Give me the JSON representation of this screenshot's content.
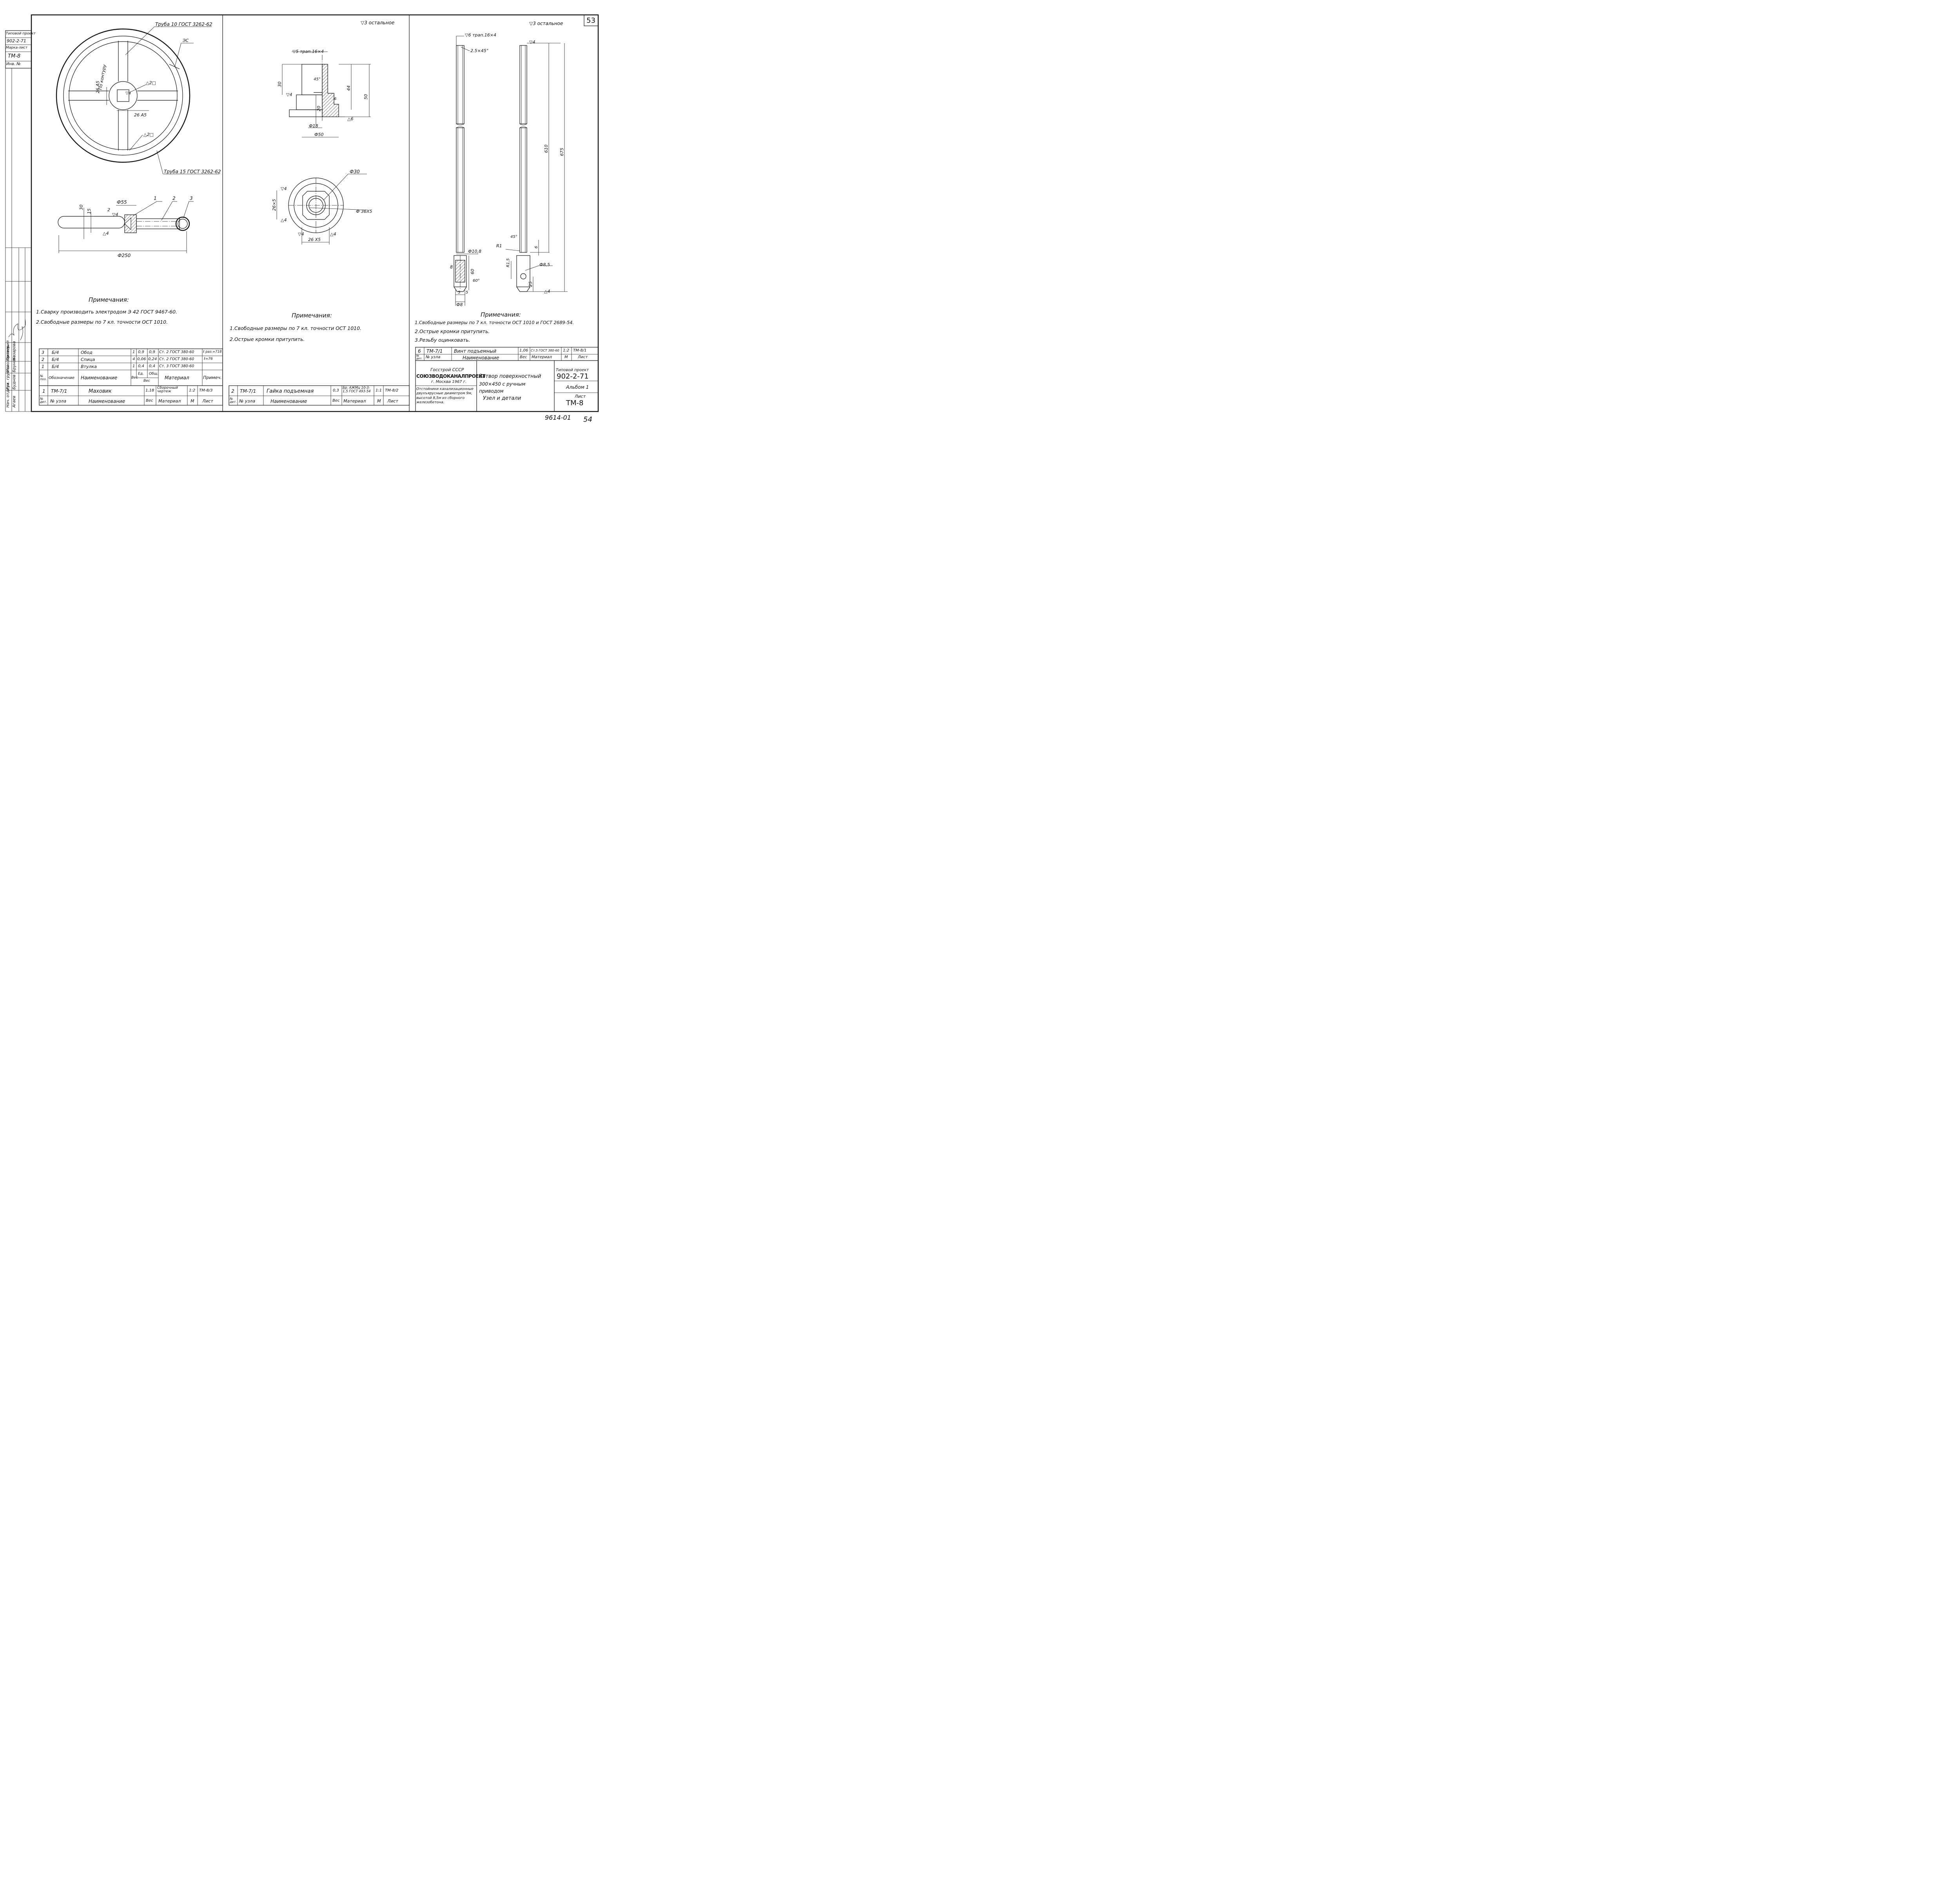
{
  "page_number": "53",
  "bottom_code": "9614-01",
  "bottom_page": "54",
  "side_stamp": {
    "project_label": "Типовой проект",
    "project_code": "902-2-71",
    "mark_label": "Марка-лист",
    "mark_value": "ТМ-8",
    "inv_label": "Инв. №"
  },
  "side_signatures": {
    "roles": [
      "Нач. отдела",
      "Рук. группы",
      "Исполнитель",
      "Проверил"
    ],
    "names": [
      "Агаев",
      "Буднов",
      "Брунова",
      "Назарова"
    ]
  },
  "panel1": {
    "pipe_top": "Труба 10 ГОСТ 3262-62",
    "pipe_bottom": "Труба 15 ГОСТ 3262-62",
    "by_contour": "По контуру",
    "weld_mark": "ЭС",
    "dims": {
      "d26a5_v": "26 А5",
      "d26a5_h": "26 А5",
      "tri4": "▽4",
      "weld2a": "△2□",
      "weld2b": "△2□",
      "phi55": "Ф55",
      "d30": "30",
      "d15": "15",
      "tri4b": "▽4",
      "delta4": "△4",
      "phi250": "Ф250",
      "lead1": "1",
      "lead2": "2",
      "lead3": "3",
      "size2": "2"
    },
    "notes_title": "Примечания:",
    "notes": [
      "1.Сварку производить электродом Э 42 ГОСТ 9467-60.",
      "2.Свободные размеры по 7 кл. точности ОСТ 1010."
    ]
  },
  "panel2": {
    "surface": "▽3 остальное",
    "dims": {
      "trap": "▽5 трап.16×4",
      "d30": "30",
      "a45": "45°",
      "d6": "6",
      "d44": "44",
      "d50": "50",
      "tri4": "▽4",
      "d20": "20",
      "phi18": "Ф18",
      "phi50": "Ф50",
      "delta6": "△6",
      "phi30": "Ф30",
      "d26x5_v": "26×5",
      "d26x5_h": "26 Х5",
      "phi36x5": "Ф 36Х5",
      "tri4a": "▽4",
      "tri4b": "△4",
      "tri4c": "▽4",
      "tri4d": "△4"
    },
    "notes_title": "Примечания:",
    "notes": [
      "1.Свободные размеры по 7 кл. точности ОСТ 1010.",
      "2.Острые кромки притупить."
    ]
  },
  "panel3": {
    "surface": "▽3 остальное",
    "dims": {
      "trap": "▽6 трап.16×4",
      "chamfer": "2.5×45°",
      "tri4": "▽4",
      "a45": "45°",
      "r1": "R1",
      "d6": "6",
      "r15": "R1,5",
      "phi108": "Ф10,8",
      "phi85": "Ф8,5",
      "d60": "60",
      "d25": "25",
      "a60": "60°",
      "d5a": "5",
      "d5b": "5",
      "phi8": "Ф8",
      "d610": "610",
      "d675": "675",
      "delta4": "△4",
      "size8": "8"
    },
    "notes_title": "Примечания:",
    "notes": [
      "1.Свободные размеры по 7 кл. точности ОСТ 1010 и ГОСТ 2689-54.",
      "2.Острые кромки притупить.",
      "3.Резьбу оцинковать."
    ]
  },
  "parts_table_left": {
    "rows": [
      {
        "pos": "3",
        "designation": "Б/4",
        "name": "Обод",
        "qty": "1",
        "w1": "0,9",
        "w2": "0,9",
        "material": "Ст. 2 ГОСТ 380-60",
        "note": "ℓ раз.=718"
      },
      {
        "pos": "2",
        "designation": "Б/4",
        "name": "Спица",
        "qty": "4",
        "w1": "0,06",
        "w2": "0,24",
        "material": "Ст. 2 ГОСТ 380-60",
        "note": "ℓ=76"
      },
      {
        "pos": "1",
        "designation": "Б/4",
        "name": "Втулка",
        "qty": "1",
        "w1": "0,4",
        "w2": "0,4",
        "material": "Ст. 3 ГОСТ 380-60",
        "note": ""
      }
    ],
    "header": {
      "pos": "№ поз.",
      "designation": "Обозначение",
      "name": "Наименование",
      "qty": "Вес",
      "unit": "Ед.",
      "total": "Общ.",
      "weight": "Вес",
      "material": "Материал",
      "note": "Примеч."
    },
    "assembly": {
      "det": "1",
      "node": "ТМ-7/1",
      "name": "Маховик",
      "weight": "1,18",
      "material": "Сборочный чертеж",
      "scale": "1:2",
      "sheet": "ТМ-8/3"
    },
    "footer": {
      "det": "№ дет.",
      "node": "№ узла",
      "name": "Наименование",
      "weight": "Вес",
      "material": "Материал",
      "scale": "М",
      "sheet": "Лист"
    }
  },
  "parts_table_mid": {
    "row": {
      "det": "2",
      "node": "ТМ-7/1",
      "name": "Гайка подъемная",
      "weight": "0,3",
      "material": "Бр. АЖМц 10-3-1,5 ГОСТ 493-54",
      "scale": "1:1",
      "sheet": "ТМ-8/2"
    },
    "footer": {
      "det": "№ дет.",
      "node": "№ узла",
      "name": "Наименование",
      "weight": "Вес",
      "material": "Материал",
      "scale": "М",
      "sheet": "Лист"
    }
  },
  "parts_table_right": {
    "row": {
      "det": "6",
      "node": "ТМ-7/1",
      "name": "Винт подъемный",
      "weight": "1,06",
      "material": "Ст.5 ГОСТ 380-60",
      "scale": "1:2",
      "sheet": "ТМ-8/1"
    },
    "footer": {
      "det": "№ дет.",
      "node": "№ узла",
      "name": "Наименование",
      "weight": "Вес",
      "material": "Материал",
      "scale": "М",
      "sheet": "Лист"
    }
  },
  "title_block": {
    "org_top": "Госстрой СССР",
    "org_name": "СОЮЗВОДОКАНАЛПРОЕКТ",
    "org_city": "г. Москва 1967 г.",
    "object": "Отстойники канализационные двухъярусные диаметром 9м, высотой 8,5м из сборного железобетона.",
    "title_lines": [
      "Затвор поверхностный",
      "300×450 с ручным",
      "приводом",
      "Узел и детали"
    ],
    "project_label": "Типовой проект",
    "project_code": "902-2-71",
    "album": "Альбом 1",
    "sheet_label": "Лист",
    "sheet_value": "ТМ-8"
  }
}
